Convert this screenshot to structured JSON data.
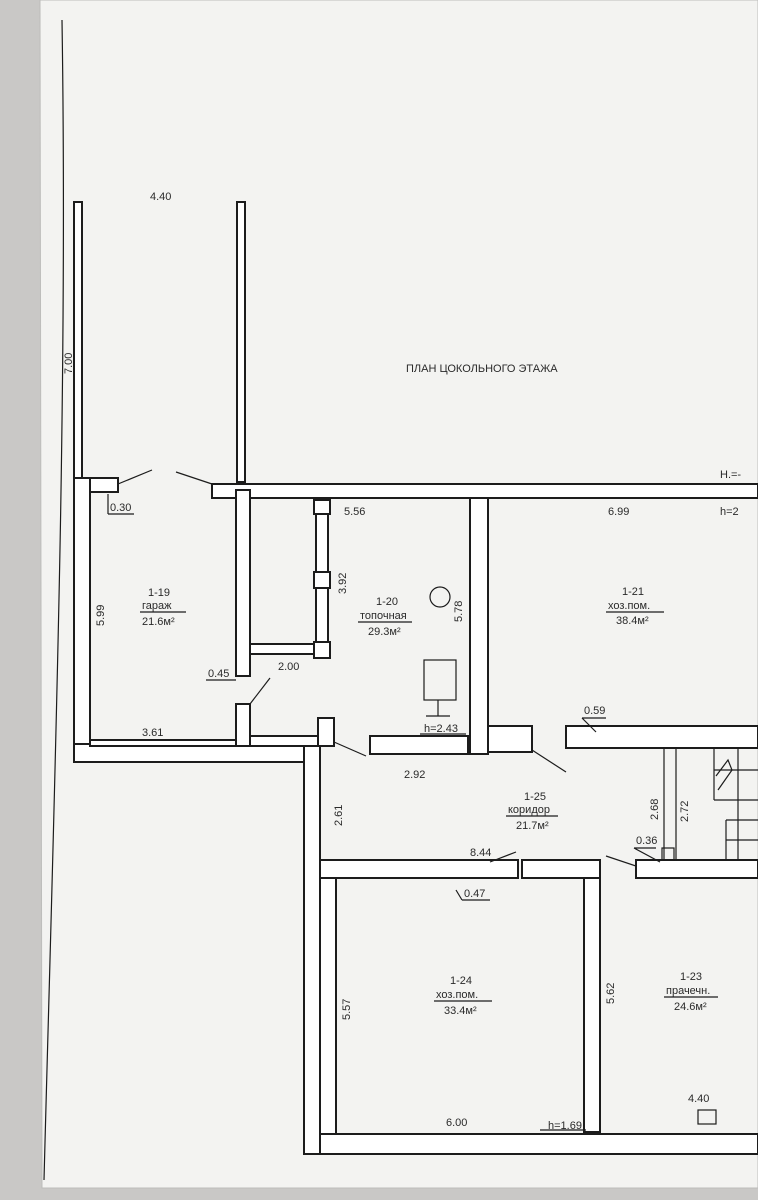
{
  "plan": {
    "title": "ПЛАН ЦОКОЛЬНОГО ЭТАЖА",
    "edge_marks": [
      "Н.=-",
      "h=2"
    ],
    "rooms": [
      {
        "id": "1-19",
        "name": "гараж",
        "area": "21.6м²"
      },
      {
        "id": "1-20",
        "name": "топочная",
        "area": "29.3м²"
      },
      {
        "id": "1-21",
        "name": "хоз.пом.",
        "area": "38.4м²"
      },
      {
        "id": "1-25",
        "name": "коридор",
        "area": "21.7м²"
      },
      {
        "id": "1-24",
        "name": "хоз.пом.",
        "area": "33.4м²"
      },
      {
        "id": "1-23",
        "name": "прачечн.",
        "area": "24.6м²"
      }
    ],
    "dimensions": {
      "top_width": "4.40",
      "left_height": "7.00",
      "d030": "0.30",
      "d556": "5.56",
      "d699": "6.99",
      "d599": "5.99",
      "d392": "3.92",
      "d578": "5.78",
      "d045": "0.45",
      "d200": "2.00",
      "d361": "3.61",
      "h243": "h=2.43",
      "d059": "0.59",
      "d292": "2.92",
      "d261": "2.61",
      "d268": "2.68",
      "d272": "2.72",
      "d036": "0.36",
      "d844": "8.44",
      "d047": "0.47",
      "d557": "5.57",
      "d562": "5.62",
      "d600": "6.00",
      "h169": "h=1.69",
      "d440b": "4.40"
    }
  },
  "colors": {
    "paper": "#f3f3f1",
    "background": "#c9c8c6",
    "ink": "#1c1c1c"
  }
}
